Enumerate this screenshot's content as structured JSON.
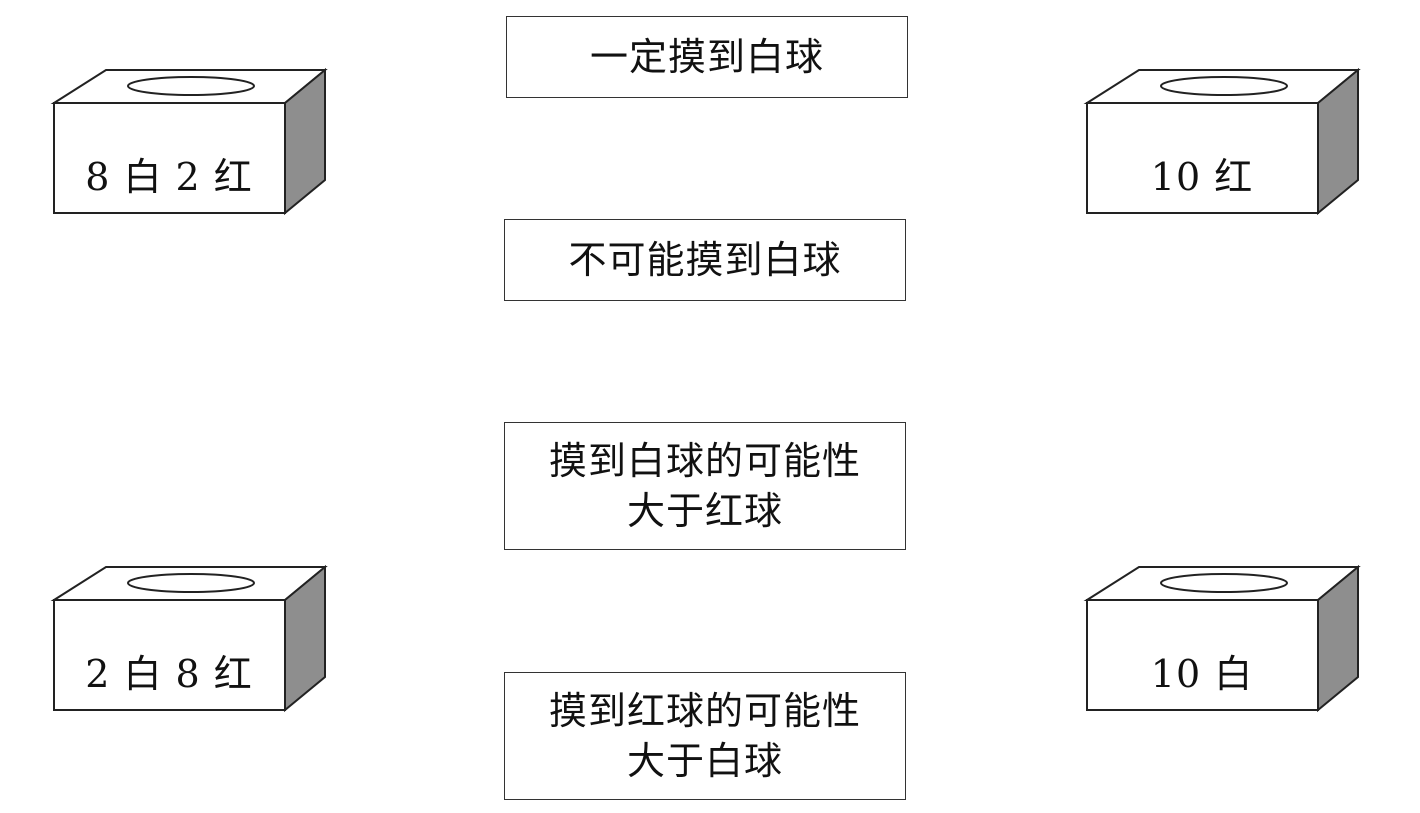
{
  "boxes": [
    {
      "id": "box-8-white-2-red",
      "label": "8 白 2 红"
    },
    {
      "id": "box-10-red",
      "label": "10 红"
    },
    {
      "id": "box-2-white-8-red",
      "label": "2 白 8 红"
    },
    {
      "id": "box-10-white",
      "label": "10 白"
    }
  ],
  "cards": [
    {
      "id": "card-certain-white",
      "lines": [
        "一定摸到白球"
      ]
    },
    {
      "id": "card-impossible-white",
      "lines": [
        "不可能摸到白球"
      ]
    },
    {
      "id": "card-white-more-likely",
      "lines": [
        "摸到白球的可能性",
        "大于红球"
      ]
    },
    {
      "id": "card-red-more-likely",
      "lines": [
        "摸到红球的可能性",
        "大于白球"
      ]
    }
  ],
  "colors": {
    "line": "#222222",
    "side_face": "#8e8e8e",
    "top_face": "#ffffff",
    "front_face": "#ffffff"
  }
}
